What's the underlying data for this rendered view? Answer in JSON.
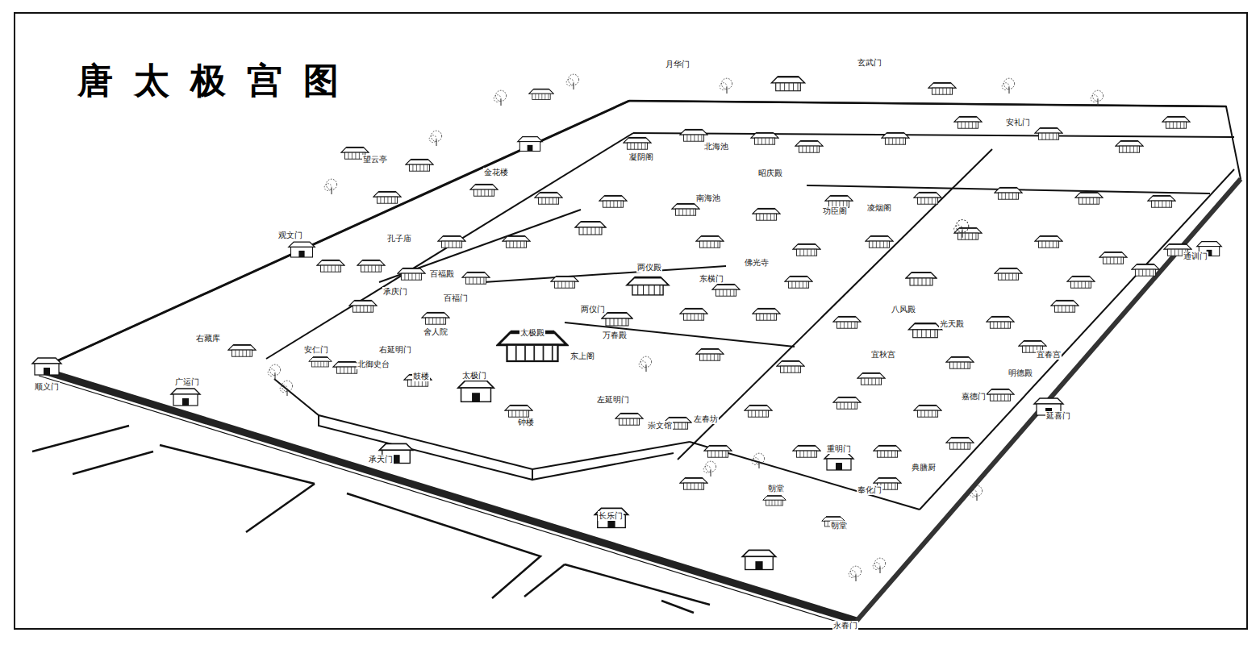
{
  "diagram": {
    "title": "唐太极宫图",
    "labels": [
      "月华门",
      "玄武门",
      "安礼门",
      "凝阴阁",
      "北海池",
      "南海池",
      "昭庆殿",
      "功臣阁",
      "凌烟阁",
      "金花楼",
      "望云亭",
      "观文门",
      "孔子庙",
      "承庆门",
      "百福殿",
      "百福门",
      "两仪殿",
      "两仪门",
      "东横门",
      "佛光寺",
      "万春殿",
      "舍人院",
      "太极殿",
      "东上阁",
      "右延明门",
      "北御史台",
      "安仁门",
      "右藏库",
      "广运门",
      "顺义门",
      "鼓楼",
      "太极门",
      "钟楼",
      "左延明门",
      "承天门",
      "长乐门",
      "永春门",
      "崇文馆",
      "左春坊",
      "重明门",
      "奉化门",
      "朝堂",
      "朝堂",
      "典膳厨",
      "八风殿",
      "光天殿",
      "宜秋宫",
      "宜春宫",
      "明德殿",
      "嘉德门",
      "延喜门",
      "通训门"
    ]
  }
}
